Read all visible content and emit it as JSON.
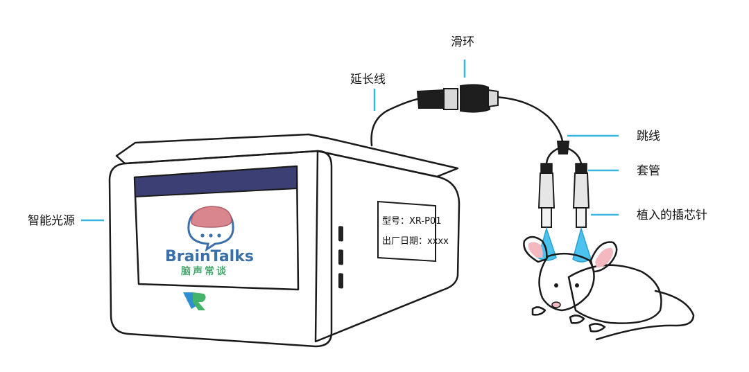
{
  "labels": {
    "light_source": "智能光源",
    "extension_cable": "延长线",
    "slip_ring": "滑环",
    "patch_cord": "跳线",
    "sleeve": "套管",
    "implanted_fiber": "植入的插芯针"
  },
  "device": {
    "brand_name": "BrainTalks",
    "brand_cn": "脑声常谈",
    "model_line": "型号：XR-P01",
    "date_line": "出厂日期：xxxx"
  },
  "colors": {
    "leader": "#35b6e0",
    "screen_bar": "#3c3f73",
    "brand_blue": "#3a6fa8",
    "brain_pink": "#d9868f",
    "light_cone": "#4cc3ee",
    "mouse_ear": "#f3b8c0"
  },
  "icons": [
    "brain-chat-logo-icon",
    "xr-logo-icon"
  ]
}
